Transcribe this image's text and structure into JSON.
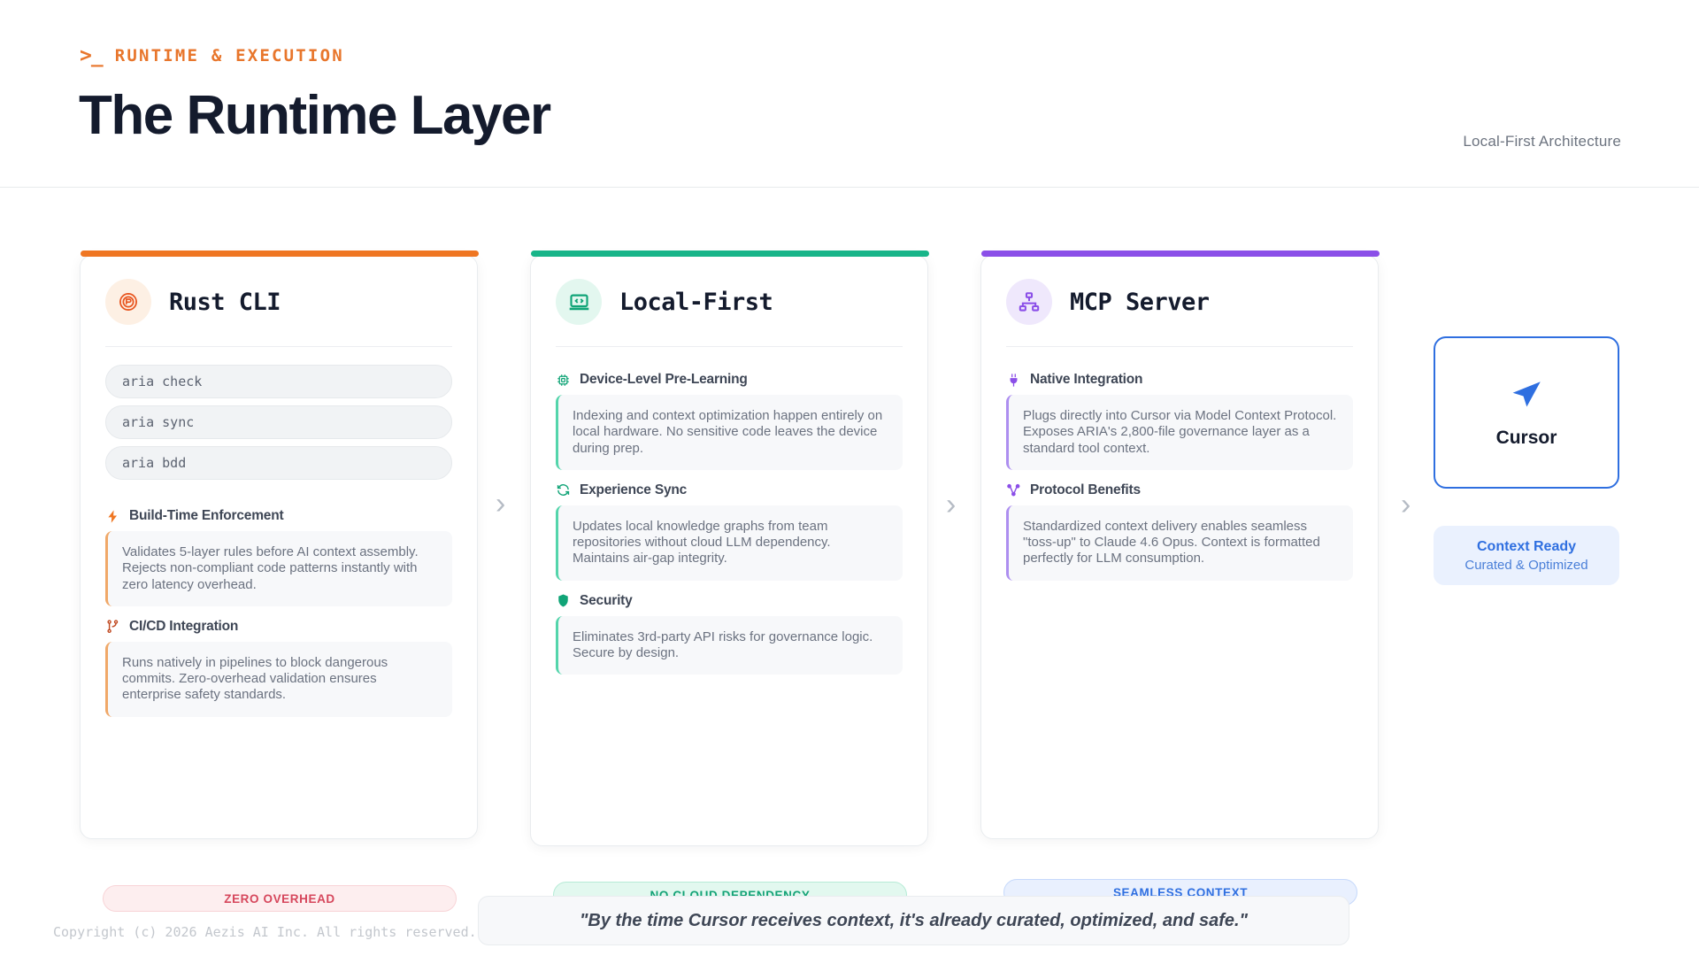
{
  "header": {
    "prompt_icon": "terminal-prompt-icon",
    "eyebrow": "RUNTIME & EXECUTION",
    "title": "The Runtime Layer",
    "meta": "Local-First Architecture"
  },
  "cards": [
    {
      "id": "rust-cli",
      "title": "Rust CLI",
      "icon": "rust-gear-icon",
      "accent": "#ef7622",
      "commands": [
        "aria check",
        "aria sync",
        "aria bdd"
      ],
      "features": [
        {
          "icon": "lightning-bolt-icon",
          "title": "Build-Time Enforcement",
          "body": "Validates 5-layer rules before AI context assembly. Rejects non-compliant code patterns instantly with zero latency overhead."
        },
        {
          "icon": "git-branch-icon",
          "title": "CI/CD Integration",
          "body": "Runs natively in pipelines to block dangerous commits. Zero-overhead validation ensures enterprise safety standards."
        }
      ],
      "ribbon": "ZERO OVERHEAD"
    },
    {
      "id": "local-first",
      "title": "Local-First",
      "icon": "laptop-code-icon",
      "accent": "#18b589",
      "commands": [],
      "features": [
        {
          "icon": "cpu-chip-icon",
          "title": "Device-Level Pre-Learning",
          "body": "Indexing and context optimization happen entirely on local hardware. No sensitive code leaves the device during prep."
        },
        {
          "icon": "sync-refresh-icon",
          "title": "Experience Sync",
          "body": "Updates local knowledge graphs from team repositories without cloud LLM dependency. Maintains air-gap integrity."
        },
        {
          "icon": "shield-icon",
          "title": "Security",
          "body": "Eliminates 3rd-party API risks for governance logic. Secure by design."
        }
      ],
      "ribbon": "NO CLOUD DEPENDENCY"
    },
    {
      "id": "mcp-server",
      "title": "MCP Server",
      "icon": "network-hierarchy-icon",
      "accent": "#8b4fe8",
      "commands": [],
      "features": [
        {
          "icon": "plug-icon",
          "title": "Native Integration",
          "body": "Plugs directly into Cursor via Model Context Protocol. Exposes ARIA's 2,800-file governance layer as a standard tool context."
        },
        {
          "icon": "share-nodes-icon",
          "title": "Protocol Benefits",
          "body": "Standardized context delivery enables seamless \"toss-up\" to Claude 4.6 Opus. Context is formatted perfectly for LLM consumption."
        }
      ],
      "ribbon": "SEAMLESS CONTEXT"
    }
  ],
  "flow": {
    "chevron": "›"
  },
  "cursor": {
    "icon": "cursor-arrow-icon",
    "label": "Cursor",
    "chip_title": "Context Ready",
    "chip_subtitle": "Curated & Optimized"
  },
  "footer": {
    "quote": "\"By the time Cursor receives context, it's already curated, optimized, and safe.\"",
    "copyright": "Copyright (c) 2026 Aezis AI Inc. All rights reserved."
  },
  "colors": {
    "orange": "#ef7622",
    "green": "#18b589",
    "purple": "#8b4fe8",
    "blue": "#2f6fe0",
    "red": "#d6475c"
  }
}
